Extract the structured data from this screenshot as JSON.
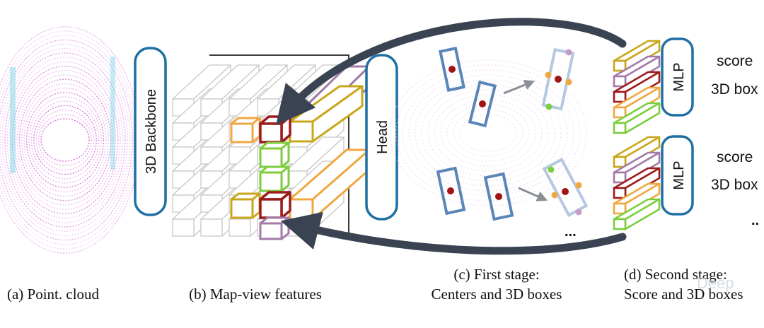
{
  "modules": {
    "backbone": "3D Backbone",
    "head": "Head",
    "mlp_top": "MLP",
    "mlp_bottom": "MLP"
  },
  "outputs": {
    "top_score": "score",
    "top_box": "3D box",
    "bottom_score": "score",
    "bottom_box": "3D box",
    "ellipsis_right": "..",
    "ellipsis_stage": "..."
  },
  "captions": {
    "a": "(a) Point. cloud",
    "b": "(b) Map-view features",
    "c_line1": "(c) First stage:",
    "c_line2": "Centers and 3D boxes",
    "d_line1": "(d) Second stage:",
    "d_line2": "Score and 3D boxes"
  },
  "watermark": "Deep",
  "colors": {
    "module_border": "#1f6fa3",
    "arrow": "#3a4352",
    "box_blue": "#5a86b8",
    "center_dot": "#a01414",
    "feat_orange": "#f0a742",
    "feat_darkred": "#9c1b1b",
    "feat_green": "#7cce3e",
    "feat_olive": "#c9a61a",
    "feat_purple": "#a37aa8"
  }
}
